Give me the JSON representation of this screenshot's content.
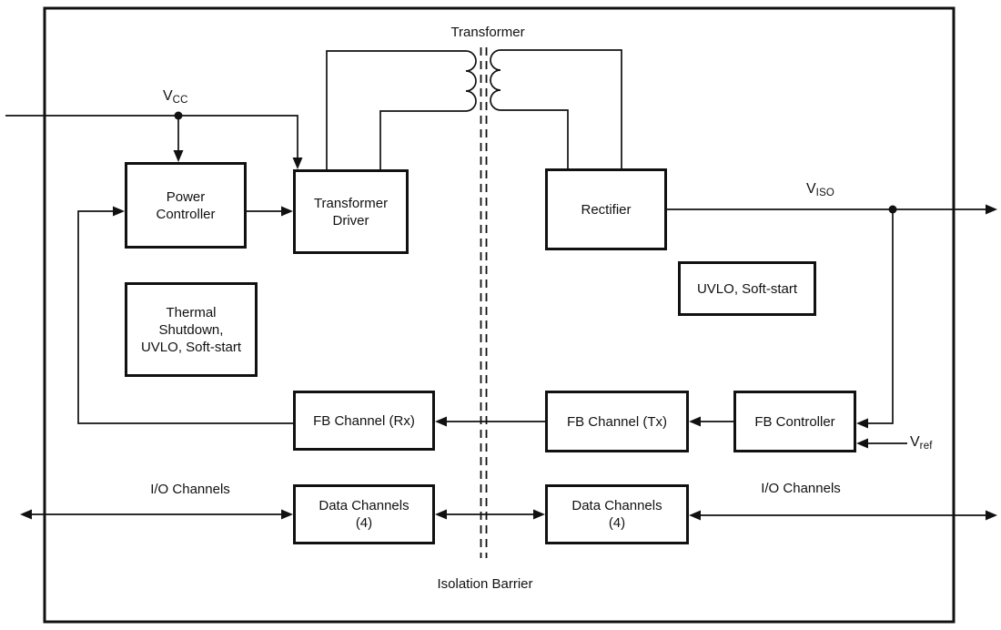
{
  "diagram": {
    "labels": {
      "transformer": "Transformer",
      "isolation_barrier": "Isolation Barrier",
      "io_channels_left": "I/O Channels",
      "io_channels_right": "I/O Channels"
    },
    "signals": {
      "vcc": {
        "main": "V",
        "sub": "CC"
      },
      "viso": {
        "main": "V",
        "sub": "ISO"
      },
      "vref": {
        "main": "V",
        "sub": "ref"
      }
    },
    "blocks": {
      "power_controller": "Power\nController",
      "transformer_driver": "Transformer\nDriver",
      "rectifier": "Rectifier",
      "thermal_shutdown": "Thermal\nShutdown,\nUVLO, Soft-start",
      "uvlo_soft_start": "UVLO, Soft-start",
      "fb_channel_rx": "FB Channel (Rx)",
      "fb_channel_tx": "FB Channel (Tx)",
      "fb_controller": "FB Controller",
      "data_channels_left": "Data Channels\n(4)",
      "data_channels_right": "Data Channels\n(4)"
    },
    "colors": {
      "line": "#111111",
      "background": "#ffffff"
    }
  }
}
